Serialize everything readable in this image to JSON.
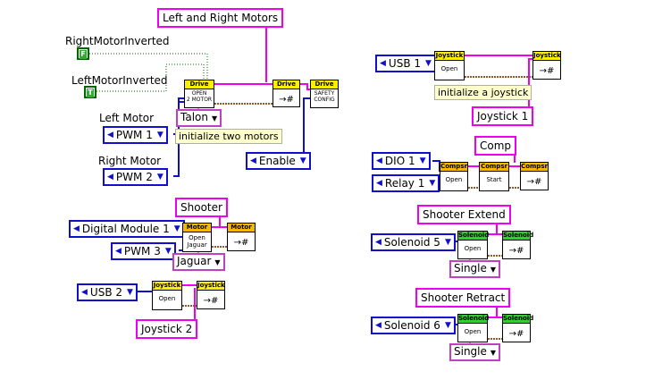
{
  "motors": {
    "title": "Left and Right Motors",
    "right_inverted_label": "RightMotorInverted",
    "right_inverted_value": "F",
    "left_inverted_label": "LeftMotorInverted",
    "left_inverted_value": "T",
    "left_motor_label": "Left Motor",
    "left_motor_value": "PWM 1",
    "right_motor_label": "Right Motor",
    "right_motor_value": "PWM 2",
    "motor_type": "Talon",
    "note": "initialize two motors",
    "enable_value": "Enable",
    "open_vi_header": "Drive",
    "open_vi_body1": "OPEN",
    "open_vi_body2": "2 MOTOR",
    "ref_vi_header": "Drive",
    "safety_vi_header": "Drive",
    "safety_vi_body1": "SAFETY",
    "safety_vi_body2": "CONFIG"
  },
  "shooter": {
    "title": "Shooter",
    "module_value": "Digital Module 1",
    "pwm_value": "PWM 3",
    "motor_type": "Jaguar",
    "open_vi_header": "Motor",
    "open_vi_body1": "Open",
    "open_vi_body2": "Jaguar",
    "ref_vi_header": "Motor"
  },
  "joystick2": {
    "usb_value": "USB 2",
    "open_vi_header": "Joystick",
    "open_vi_body": "Open",
    "ref_vi_header": "Joystick",
    "name": "Joystick 2"
  },
  "joystick1": {
    "usb_value": "USB 1",
    "open_vi_header": "Joystick",
    "open_vi_body": "Open",
    "ref_vi_header": "Joystick",
    "note": "initialize a joystick",
    "name": "Joystick 1"
  },
  "compressor": {
    "title": "Comp",
    "dio_value": "DIO 1",
    "relay_value": "Relay 1",
    "open_vi_header": "Compsr",
    "open_vi_body": "Open",
    "start_vi_header": "Compsr",
    "start_vi_body": "Start",
    "ref_vi_header": "Compsr"
  },
  "shooter_extend": {
    "title": "Shooter Extend",
    "solenoid_value": "Solenoid 5",
    "open_vi_header": "Solenoid",
    "open_vi_body": "Open",
    "ref_vi_header": "Solenoid",
    "mode": "Single"
  },
  "shooter_retract": {
    "title": "Shooter Retract",
    "solenoid_value": "Solenoid 6",
    "open_vi_header": "Solenoid",
    "open_vi_body": "Open",
    "ref_vi_header": "Solenoid",
    "mode": "Single"
  },
  "icons": {
    "ref_icon": "→#",
    "dropdown": "▼"
  },
  "colors": {
    "wire_pink": "#ee00ee",
    "wire_blue": "#1010cc",
    "wire_green": "#006600",
    "wire_refnum": "#8b5a2b"
  }
}
